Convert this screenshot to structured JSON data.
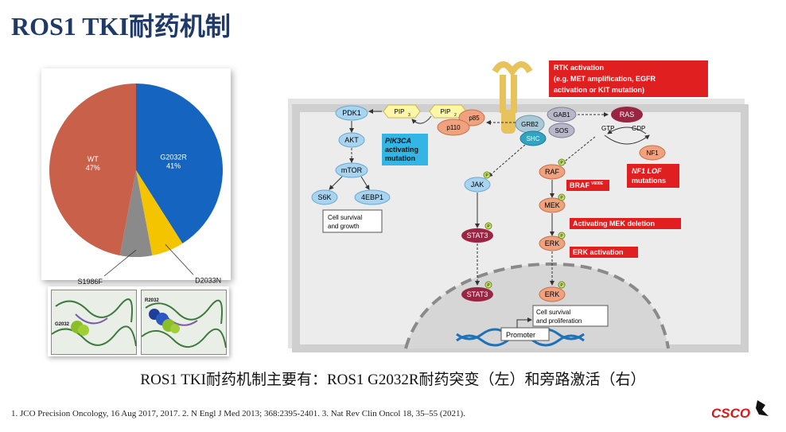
{
  "slide": {
    "title": "ROS1 TKI耐药机制",
    "caption": "ROS1 TKI耐药机制主要有：ROS1 G2032R耐药突变（左）和旁路激活（右）",
    "references": "1. JCO Precision Oncology, 16 Aug 2017, 2017. 2. N Engl J Med 2013; 368:2395-2401. 3. Nat Rev Clin Oncol 18, 35–55 (2021).",
    "logo_text": "CSCO"
  },
  "chart_data": {
    "type": "pie",
    "slices": [
      {
        "label": "G2032R",
        "value": 41,
        "value_label": "41%",
        "color": "#1565c0"
      },
      {
        "label": "D2033N",
        "value": 6,
        "value_label": "6%",
        "color": "#f5c400"
      },
      {
        "label": "S1986F",
        "value": 6,
        "value_label": "6%",
        "color": "#8a8a8a"
      },
      {
        "label": "WT",
        "value": 47,
        "value_label": "47%",
        "color": "#c9614a"
      }
    ]
  },
  "structure_panel": {
    "left_labels": [
      "G2032"
    ],
    "right_labels": [
      "R2032"
    ]
  },
  "pathway": {
    "colors": {
      "blue_node": "#a9d4ef",
      "red_node": "#9a2442",
      "orange_node": "#f0a17e",
      "green_p": "#c7e36b",
      "red_callout": "#e02020",
      "cyan_callout": "#33b5e6"
    },
    "nodes": {
      "pdk1": "PDK1",
      "akt": "AKT",
      "mtor": "mTOR",
      "s6k": "S6K",
      "ebp1": "4EBP1",
      "pip_left": "PIP",
      "pip_left_sub": "3",
      "pip_right": "PIP",
      "pip_right_sub": "2",
      "p85": "p85",
      "p110": "p110",
      "grb2": "GRB2",
      "shc": "SHC",
      "gab1": "GAB1",
      "sos": "SOS",
      "ras": "RAS",
      "gtp": "GTP",
      "gdp": "GDP",
      "nf1": "NF1",
      "raf": "RAF",
      "mek": "MEK",
      "erk": "ERK",
      "erk_nuc": "ERK",
      "jak": "JAK",
      "stat3": "STAT3",
      "stat3_nuc": "STAT3",
      "phospho": "P"
    },
    "boxes": {
      "survival_growth": [
        "Cell survival",
        "and growth"
      ],
      "survival_prolif": [
        "Cell survival",
        "and proliferation"
      ],
      "promoter": "Promoter"
    },
    "callouts": {
      "rtk": [
        "RTK activation",
        "(e.g. MET amplification, EGFR",
        "activation or KIT mutation)"
      ],
      "pik3ca": [
        "PIK3CA",
        "activating",
        "mutation"
      ],
      "nf1_lof": [
        "NF1 LOF",
        "mutations"
      ],
      "braf": "BRAF",
      "braf_sup": "V600E",
      "mek_del": "Activating MEK deletion",
      "erk_act": "ERK activation"
    }
  }
}
